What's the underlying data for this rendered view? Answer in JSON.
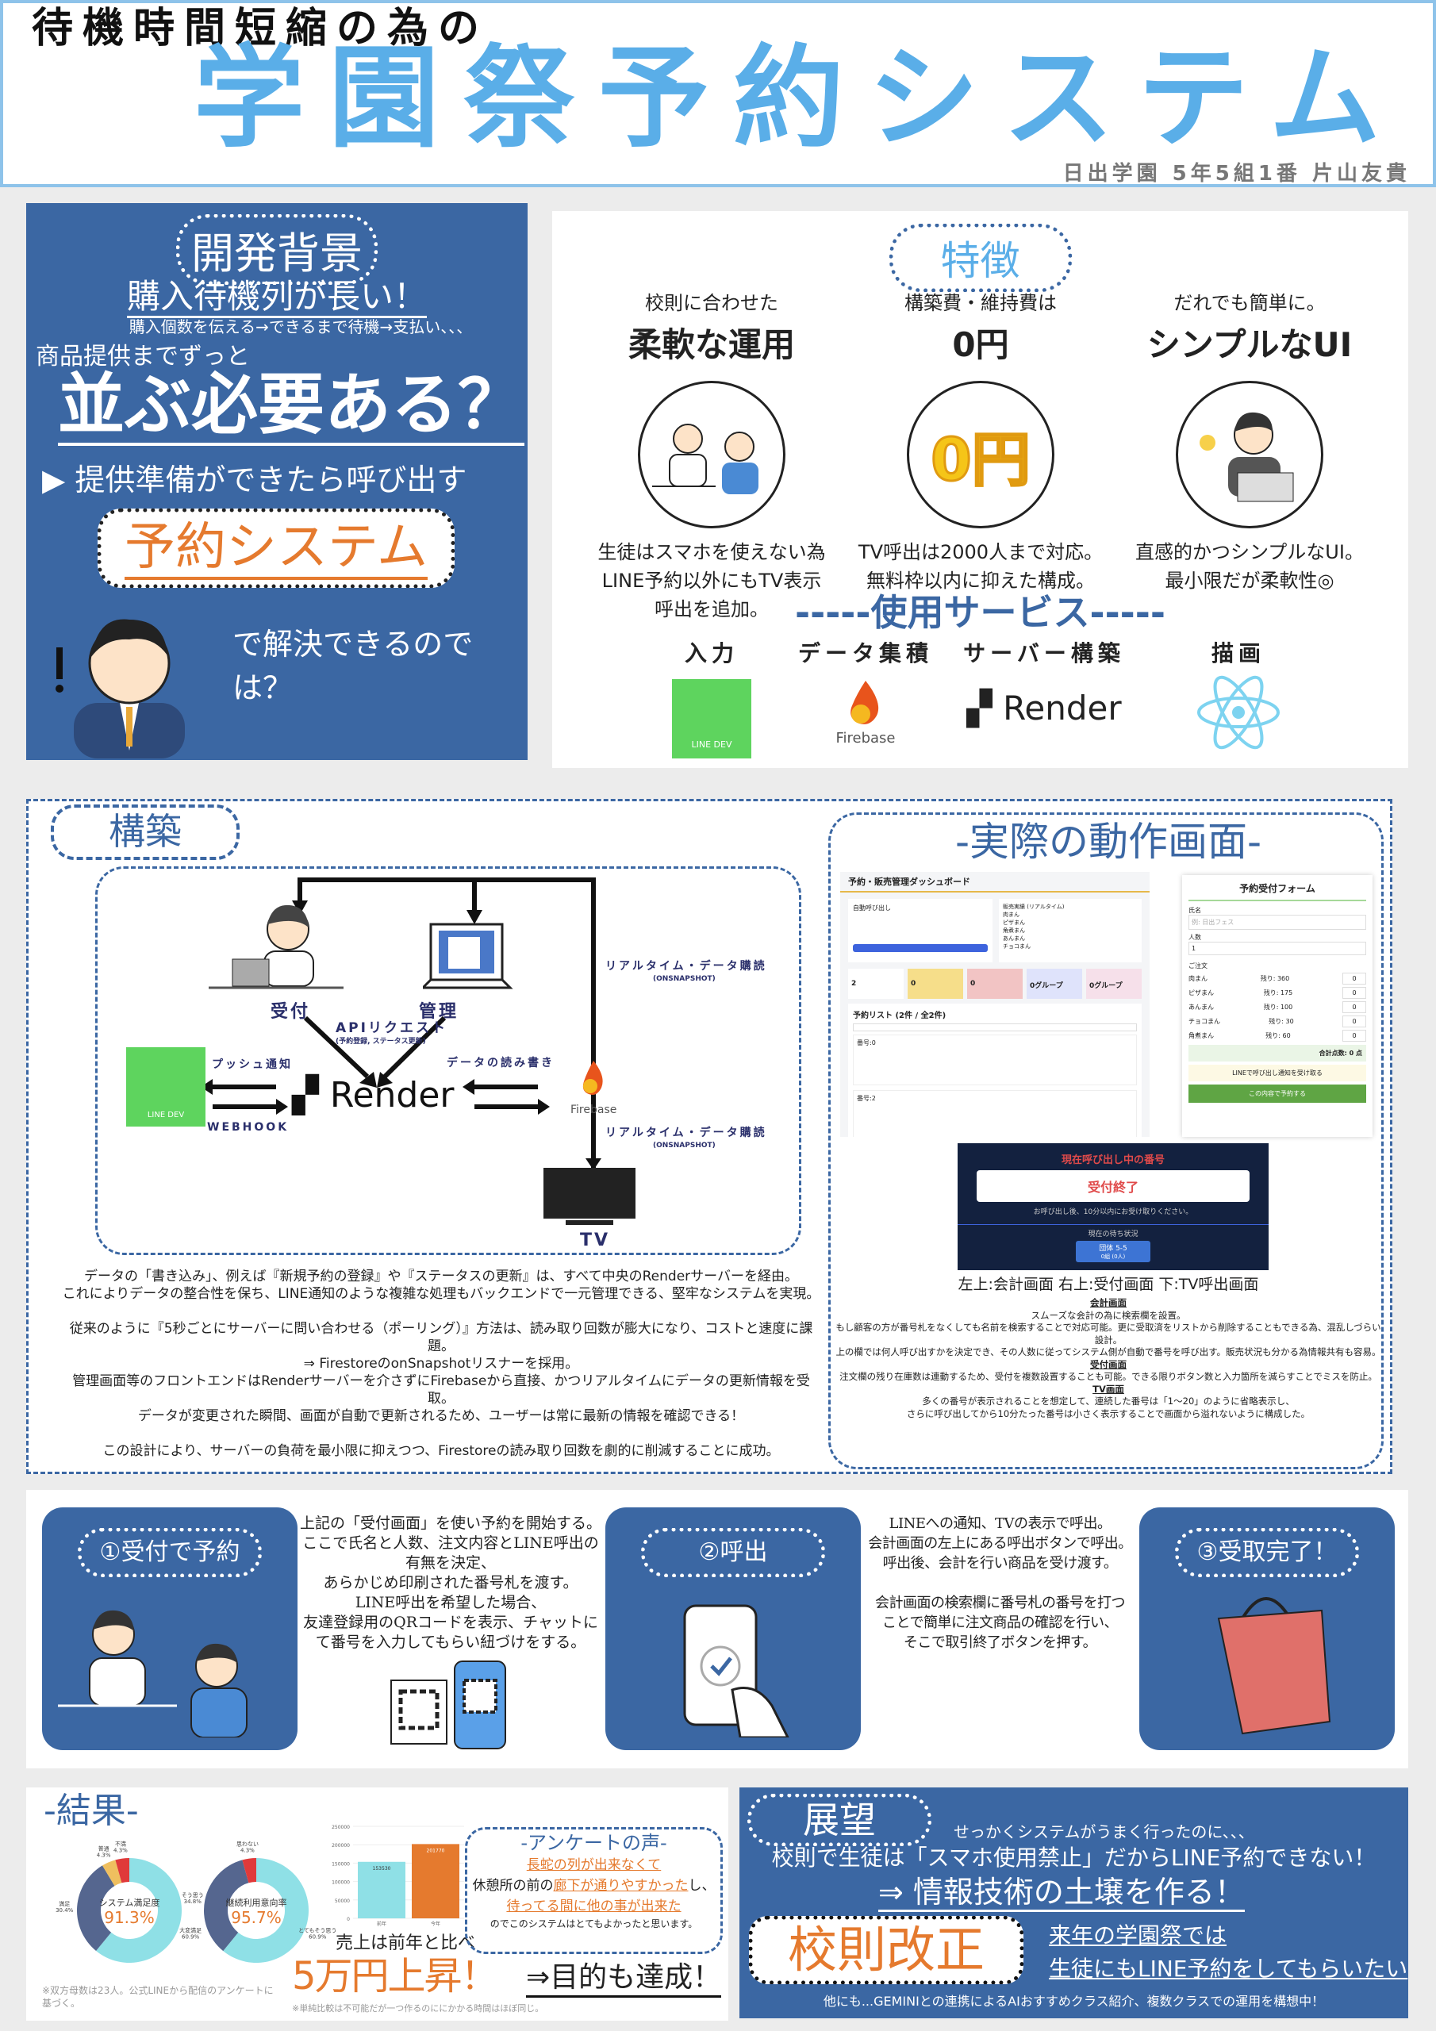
{
  "header": {
    "pre_title": "待機時間短縮の為の",
    "title": "学園祭予約システム",
    "author": "日出学園 5年5組1番 片山友貴"
  },
  "background": {
    "heading": "開発背景",
    "problem": "購入待機列が長い！",
    "flow": "購入個数を伝える→できるまで待機→支払い、、、",
    "lead": "商品提供までずっと",
    "question": "並ぶ必要ある？",
    "idea": "提供準備ができたら呼び出す",
    "system": "予約システム",
    "conclusion": "で解決できるのでは？"
  },
  "features": {
    "heading": "特徴",
    "items": [
      {
        "small": "校則に合わせた",
        "big": "柔軟な運用",
        "desc": "生徒はスマホを使えない為\nLINE予約以外にもTV表示\n呼出を追加。"
      },
      {
        "small": "構築費・維持費は",
        "big": "0円",
        "badge": "0円",
        "desc": "TV呼出は2000人まで対応。\n無料枠以内に抑えた構成。"
      },
      {
        "small": "だれでも簡単に。",
        "big": "シンプルなUI",
        "desc": "直感的かつシンプルなUI。\n最小限だが柔軟性◎"
      }
    ],
    "services_heading": "-----使用サービス-----",
    "services": [
      {
        "label": "入力",
        "logo": "LINE DEV"
      },
      {
        "label": "データ集積",
        "logo": "Firebase"
      },
      {
        "label": "サーバー構築",
        "logo": "Render"
      },
      {
        "label": "描画",
        "logo": "react-icon"
      }
    ]
  },
  "build": {
    "heading": "構築",
    "diagram": {
      "reception": "受付",
      "admin": "管理",
      "api": "APIリクエスト",
      "api_sub": "(予約登録, ステータス更新)",
      "push": "プッシュ通知",
      "webhook": "WEBHOOK",
      "rw": "データの読み書き",
      "realtime": "リアルタイム・データ購読",
      "onsnapshot": "(ONSNAPSHOT)",
      "render": "Render",
      "firebase": "Firebase",
      "line": "LINE DEV",
      "tv": "TV"
    },
    "text": "データの「書き込み」、例えば『新規予約の登録』や『ステータスの更新』は、すべて中央のRenderサーバーを経由。\nこれによりデータの整合性を保ち、LINE通知のような複雑な処理もバックエンドで一元管理できる、堅牢なシステムを実現。\n\n従来のように『5秒ごとにサーバーに問い合わせる（ポーリング）』方法は、読み取り回数が膨大になり、コストと速度に課題。\n⇒ FirestoreのonSnapshotリスナーを採用。\n管理画面等のフロントエンドはRenderサーバーを介さずにFirebaseから直接、かつリアルタイムにデータの更新情報を受取。\nデータが変更された瞬間、画面が自動で更新されるため、ユーザーは常に最新の情報を確認できる！\n\nこの設計により、サーバーの負荷を最小限に抑えつつ、Firestoreの読み取り回数を劇的に削減することに成功。"
  },
  "screens": {
    "heading": "-実際の動作画面-",
    "dashboard": {
      "title": "予約・販売管理ダッシュボード",
      "auto_call": "自動呼び出し",
      "sales": "販売実績 (リアルタイム)",
      "sales_items": [
        "肉まん",
        "ピザまん",
        "角煮まん",
        "あんまん",
        "チョコまん"
      ],
      "stats": [
        "2",
        "0",
        "0",
        "0グループ",
        "0グループ"
      ],
      "list_title": "予約リスト (2件 / 全2件)",
      "entries": [
        "番号:0",
        "番号:2"
      ]
    },
    "form": {
      "title": "予約受付フォーム",
      "name_label": "氏名",
      "name_placeholder": "例: 日出フェス",
      "count_label": "人数",
      "count_value": "1",
      "order_label": "ご注文",
      "items": [
        {
          "name": "肉まん",
          "stock": "残り: 360",
          "qty": "0"
        },
        {
          "name": "ピザまん",
          "stock": "残り: 175",
          "qty": "0"
        },
        {
          "name": "あんまん",
          "stock": "残り: 100",
          "qty": "0"
        },
        {
          "name": "チョコまん",
          "stock": "残り: 30",
          "qty": "0"
        },
        {
          "name": "角煮まん",
          "stock": "残り: 60",
          "qty": "0"
        }
      ],
      "total": "合計点数: 0 点",
      "line_opt": "LINEで呼び出し通知を受け取る",
      "submit": "この内容で予約する"
    },
    "tv": {
      "heading": "現在呼び出し中の番号",
      "status": "受付終了",
      "note": "お呼び出し後、10分以内にお受け取りください。",
      "wait": "現在の待ち状況",
      "group": "団体 5-5",
      "group_sub": "0組 (0人)"
    },
    "caption": "左上:会計画面  右上:受付画面  下:TV呼出画面",
    "desc": [
      {
        "h": "会計画面",
        "t": "スムーズな会計の為に検索欄を設置。\nもし顧客の方が番号札をなくしても名前を検索することで対応可能。更に受取済をリストから削除することもできる為、混乱しづらい設計。\n上の欄では何人呼び出すかを決定でき、その人数に従ってシステム側が自動で番号を呼び出す。販売状況も分かる為情報共有も容易。"
      },
      {
        "h": "受付画面",
        "t": "注文欄の残り在庫数は連動するため、受付を複数設置することも可能。できる限りボタン数と入力箇所を減らすことでミスを防止。"
      },
      {
        "h": "TV画面",
        "t": "多くの番号が表示されることを想定して、連続した番号は「1～20」のように省略表示し、\nさらに呼び出してから10分たった番号は小さく表示することで画面から溢れないように構成した。"
      }
    ]
  },
  "steps": [
    {
      "label": "①受付で予約",
      "text": "上記の「受付画面」を使い予約を開始する。\nここで氏名と人数、注文内容とLINE呼出の\n有無を決定、\nあらかじめ印刷された番号札を渡す。\nLINE呼出を希望した場合、\n友達登録用のQRコードを表示、チャットに\nて番号を入力してもらい紐づけをする。"
    },
    {
      "label": "②呼出",
      "text": "LINEへの通知、TVの表示で呼出。\n会計画面の左上にある呼出ボタンで呼出。\n呼出後、会計を行い商品を受け渡す。\n\n会計画面の検索欄に番号札の番号を打つ\nことで簡単に注文商品の確認を行い、\nそこで取引終了ボタンを押す。"
    },
    {
      "label": "③受取完了！"
    }
  ],
  "results": {
    "heading": "-結果-",
    "note": "※双方母数は23人。公式LINEから配信のアンケートに基づく。",
    "sales_lead": "売上は前年と比べ",
    "sales_up": "5万円上昇！",
    "sales_note": "※単純比較は不可能だが一つ作るのににかかる時間はほぼ同じ。",
    "goal": "⇒目的も達成！",
    "voice_heading": "-アンケートの声-",
    "voice_1": "長蛇の列が出来なくて",
    "voice_2a": "休憩所の前の",
    "voice_2b": "廊下が通りやすかった",
    "voice_2c": "し、",
    "voice_3": "待ってる間に他の事が出来た",
    "voice_4": "のでこのシステムはとてもよかったと思います。"
  },
  "outlook": {
    "heading": "展望",
    "lead": "せっかくシステムがうまく行ったのに、、、",
    "problem": "校則で生徒は「スマホ使用禁止」だからLINE予約できない！",
    "goal": "⇒ 情報技術の土壌を作る！",
    "reform": "校則改正",
    "wish_1": "来年の学園祭では",
    "wish_2": "生徒にもLINE予約をしてもらいたい",
    "future": "他にも...GEMINIとの連携によるAIおすすめクラス紹介、複数クラスでの運用を構想中！"
  },
  "chart_data": [
    {
      "type": "pie",
      "title": "システム満足度",
      "center_value": "91.3%",
      "labels": [
        "大変満足",
        "満足",
        "普通",
        "不満"
      ],
      "values": [
        60.9,
        30.4,
        4.3,
        4.3
      ],
      "value_labels": [
        "60.9%",
        "30.4%",
        "4.3%",
        "4.3%"
      ],
      "colors": [
        "#8fe0e6",
        "#55668f",
        "#efbf5f",
        "#e03a3a"
      ]
    },
    {
      "type": "pie",
      "title": "継続利用意向率",
      "center_value": "95.7%",
      "labels": [
        "とてもそう思う",
        "そう思う",
        "思わない"
      ],
      "values": [
        60.9,
        34.8,
        4.3
      ],
      "value_labels": [
        "60.9%",
        "34.8%",
        "4.3%"
      ],
      "colors": [
        "#8fe0e6",
        "#55668f",
        "#e03a3a"
      ]
    },
    {
      "type": "bar",
      "categories": [
        "前年",
        "今年"
      ],
      "values": [
        153530,
        201770
      ],
      "value_labels": [
        "153530",
        "201770"
      ],
      "ylim": [
        0,
        250000
      ],
      "yticks": [
        "0",
        "50000",
        "100000",
        "150000",
        "200000",
        "250000"
      ],
      "colors": [
        "#8fe0e6",
        "#e57a2e"
      ]
    }
  ]
}
